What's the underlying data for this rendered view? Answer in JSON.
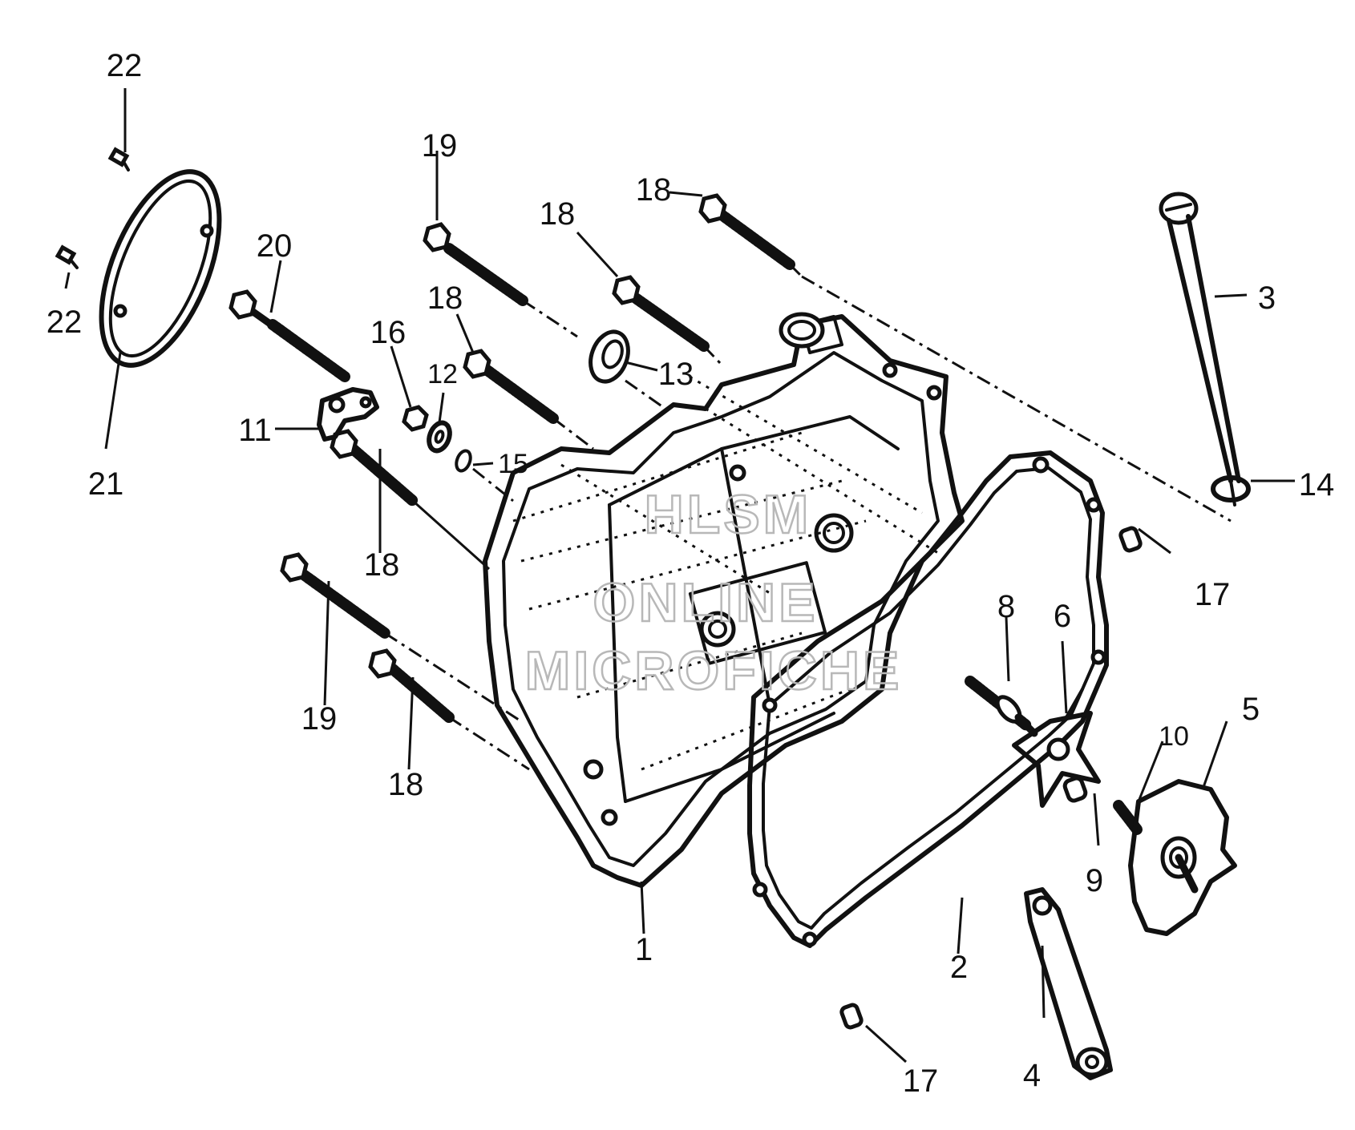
{
  "watermark": {
    "line1": "HLSM",
    "line2": "ONLINE",
    "line3": "MICROFICHE"
  },
  "callouts": {
    "c1": "1",
    "c2": "2",
    "c3": "3",
    "c4": "4",
    "c5": "5",
    "c6": "6",
    "c8": "8",
    "c9": "9",
    "c10": "10",
    "c11": "11",
    "c12": "12",
    "c13": "13",
    "c14": "14",
    "c15": "15",
    "c16": "16",
    "c17a": "17",
    "c17b": "17",
    "c18a": "18",
    "c18b": "18",
    "c18c": "18",
    "c18d": "18",
    "c18e": "18",
    "c19a": "19",
    "c19b": "19",
    "c20": "20",
    "c21": "21",
    "c22a": "22",
    "c22b": "22"
  }
}
